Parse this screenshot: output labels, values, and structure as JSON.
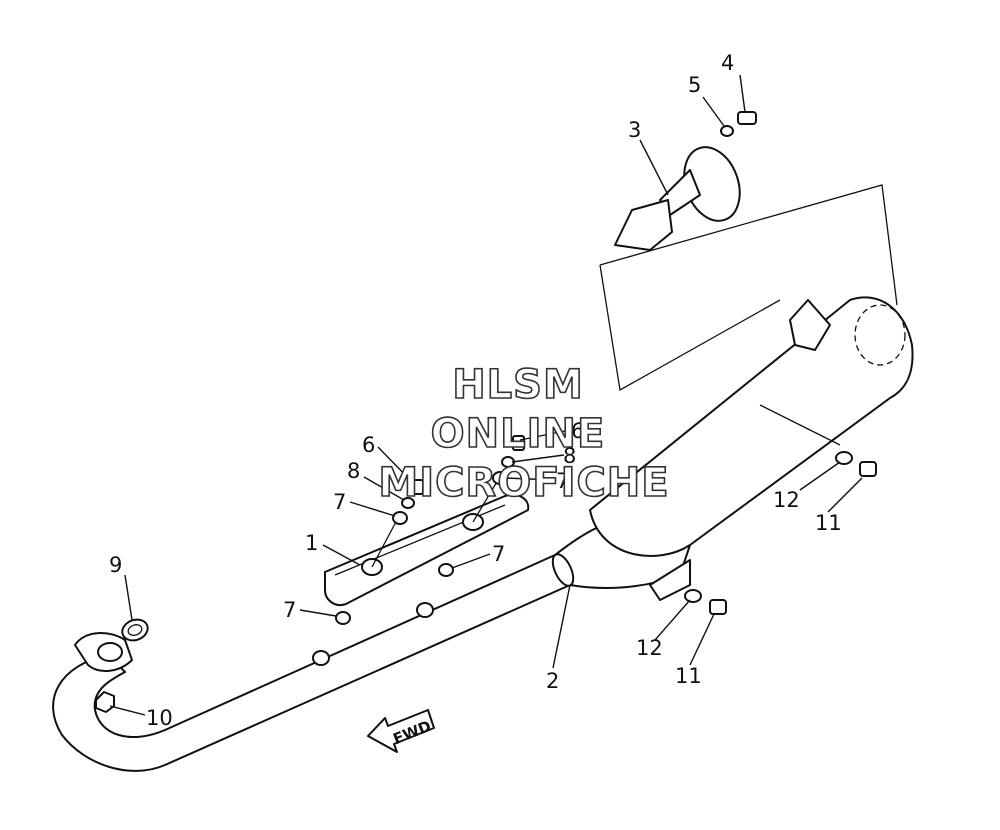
{
  "callouts": {
    "c1": "1",
    "c2": "2",
    "c3": "3",
    "c4": "4",
    "c5": "5",
    "c6a": "6",
    "c6b": "6",
    "c7a": "7",
    "c7b": "7",
    "c7c": "7",
    "c7d": "7",
    "c8a": "8",
    "c8b": "8",
    "c9": "9",
    "c10": "10",
    "c11a": "11",
    "c11b": "11",
    "c12a": "12",
    "c12b": "12"
  },
  "watermark": {
    "line1": "HLSM",
    "line2": "ONLINE",
    "line3": "MICROFICHE"
  },
  "direction_arrow": {
    "label": "FWD",
    "icon": "forward-arrow-icon"
  }
}
